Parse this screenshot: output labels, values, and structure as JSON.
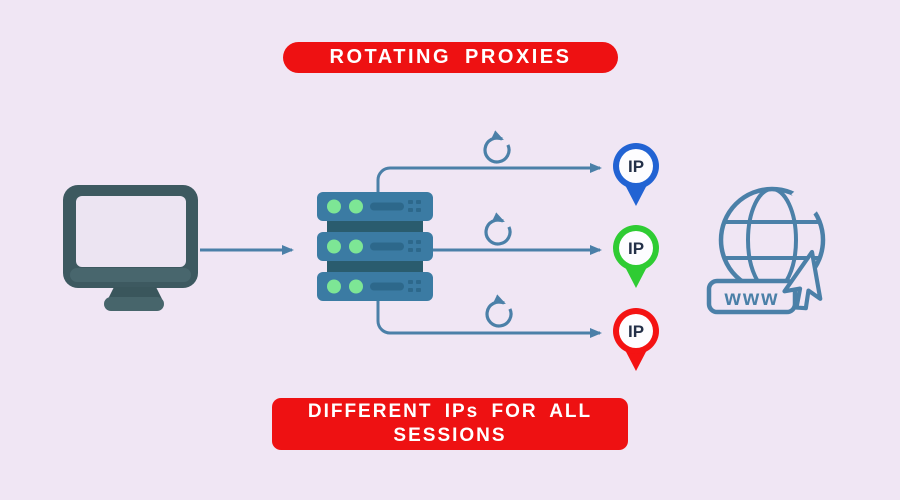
{
  "title_banner": {
    "label": "ROTATING PROXIES"
  },
  "bottom_banner": {
    "line1": "DIFFERENT IPs FOR ALL",
    "line2": "SESSIONS"
  },
  "globe": {
    "label": "www"
  },
  "pins": [
    {
      "label": "IP",
      "color": "#2263d3"
    },
    {
      "label": "IP",
      "color": "#2fcc33"
    },
    {
      "label": "IP",
      "color": "#f41313"
    }
  ],
  "colors": {
    "background": "#f0e6f4",
    "banner_red": "#ee1112",
    "banner_text": "#ffffff",
    "flow_line": "#4b80a8",
    "server_body": "#3b7ba3",
    "server_connector": "#2a5c6e",
    "server_detail": "#2d688b",
    "led_green": "#7de695",
    "monitor_frame": "#3d5960",
    "monitor_screen": "#ece4f2",
    "pin_inner": "#fdfdff",
    "pin_text": "#233048"
  },
  "icons": {
    "left": "monitor-icon",
    "center": "server-stack-icon",
    "rotation": "refresh-icon",
    "markers": "ip-pin-icon",
    "right": "www-globe-icon",
    "pointer": "cursor-icon"
  }
}
